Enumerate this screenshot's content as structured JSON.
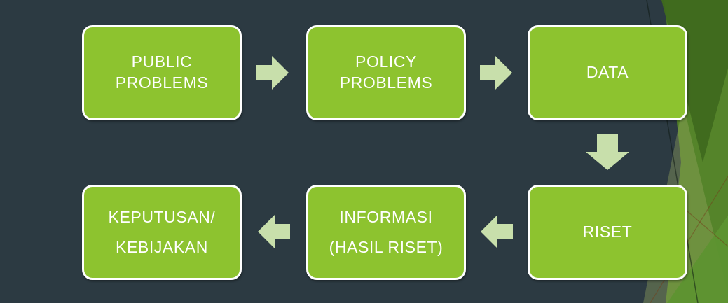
{
  "palette": {
    "bg_color": "#2c3a42",
    "box_green": "#8dc32f",
    "box_border_white": "#ffffff",
    "arrow_pale_green": "#c8dfab",
    "text_white": "#ffffff",
    "facet_base_green": "#55842a",
    "facet_dark_green": "#3f691d",
    "facet_bright_green": "#5d9330"
  },
  "diagram": {
    "type": "flowchart",
    "nodes": [
      {
        "id": "public-problems",
        "lines": [
          "PUBLIC",
          "PROBLEMS"
        ]
      },
      {
        "id": "policy-problems",
        "lines": [
          "POLICY",
          "PROBLEMS"
        ]
      },
      {
        "id": "data",
        "lines": [
          "DATA"
        ]
      },
      {
        "id": "keputusan-kebijakan",
        "lines": [
          "KEPUTUSAN/",
          "KEBIJAKAN"
        ]
      },
      {
        "id": "informasi-hasil-riset",
        "lines": [
          "INFORMASI",
          "(HASIL RISET)"
        ]
      },
      {
        "id": "riset",
        "lines": [
          "RISET"
        ]
      }
    ],
    "flow": [
      {
        "from": "PUBLIC PROBLEMS",
        "to": "POLICY PROBLEMS",
        "direction": "right"
      },
      {
        "from": "POLICY PROBLEMS",
        "to": "DATA",
        "direction": "right"
      },
      {
        "from": "DATA",
        "to": "RISET",
        "direction": "down"
      },
      {
        "from": "RISET",
        "to": "INFORMASI (HASIL RISET)",
        "direction": "left"
      },
      {
        "from": "INFORMASI (HASIL RISET)",
        "to": "KEPUTUSAN/KEBIJAKAN",
        "direction": "left"
      }
    ]
  }
}
